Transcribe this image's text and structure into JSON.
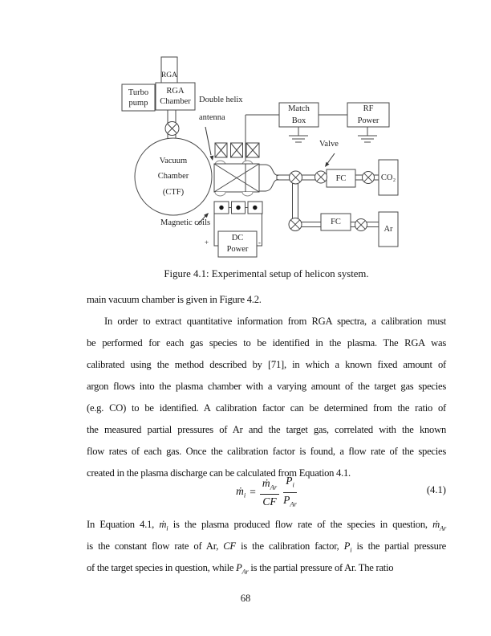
{
  "figure": {
    "caption": "Figure 4.1: Experimental setup of helicon system.",
    "labels": {
      "rga_top": "RGA",
      "turbo1": "Turbo",
      "turbo2": "pump",
      "rgac1": "RGA",
      "rgac2": "Chamber",
      "helix1": "Double helix",
      "helix2": "antenna",
      "match1": "Match",
      "match2": "Box",
      "rf1": "RF",
      "rf2": "Power",
      "valve": "Valve",
      "fc_top": "FC",
      "fc_bottom": "FC",
      "co2": "CO₂",
      "ar": "Ar",
      "vac1": "Vacuum",
      "vac2": "Chamber",
      "vac3": "(CTF)",
      "coils": "Magnetic coils",
      "dc1": "DC",
      "dc2": "Power",
      "plus": "+",
      "minus": "-"
    }
  },
  "body": {
    "p0": "main vacuum chamber is given in Figure 4.2.",
    "p1": [
      "In order to extract quantitative information from RGA spectra, a calibration must",
      "be performed for each gas species to be identified in the plasma.  The RGA was",
      "calibrated using the method described by [71], in which a known fixed amount of",
      "argon flows into the plasma chamber with a varying amount of the target gas species",
      "(e.g. CO) to be identified.  A calibration factor can be determined from the ratio of",
      "the measured partial pressures of Ar and the target gas, correlated with the known",
      "flow rates of each gas.  Once the calibration factor is found, a flow rate of the species",
      "created in the plasma discharge can be calculated from Equation 4.1."
    ],
    "p2": {
      "t1": "In Equation 4.1, ",
      "t2": " is the plasma produced flow rate of the species in question, ",
      "t3": "is the constant flow rate of Ar, ",
      "t4": " is the calibration factor, ",
      "t5": " is the partial pressure",
      "t6": "of the target species in question, while ",
      "t7": " is the partial pressure of Ar.  The ratio"
    },
    "sym": {
      "mdot": "ṁ",
      "sub_i": "i",
      "sub_ar": "Ar",
      "P": "P",
      "CF": "CF"
    }
  },
  "equation": {
    "lhs_base": "ṁ",
    "lhs_sub": "i",
    "equals": "=",
    "num1_base": "ṁ",
    "num1_sub": "Ar",
    "den1": "CF",
    "num2_base": "P",
    "num2_sub": "i",
    "den2_base": "P",
    "den2_sub": "Ar",
    "number": "(4.1)"
  },
  "page": {
    "number": "68"
  }
}
